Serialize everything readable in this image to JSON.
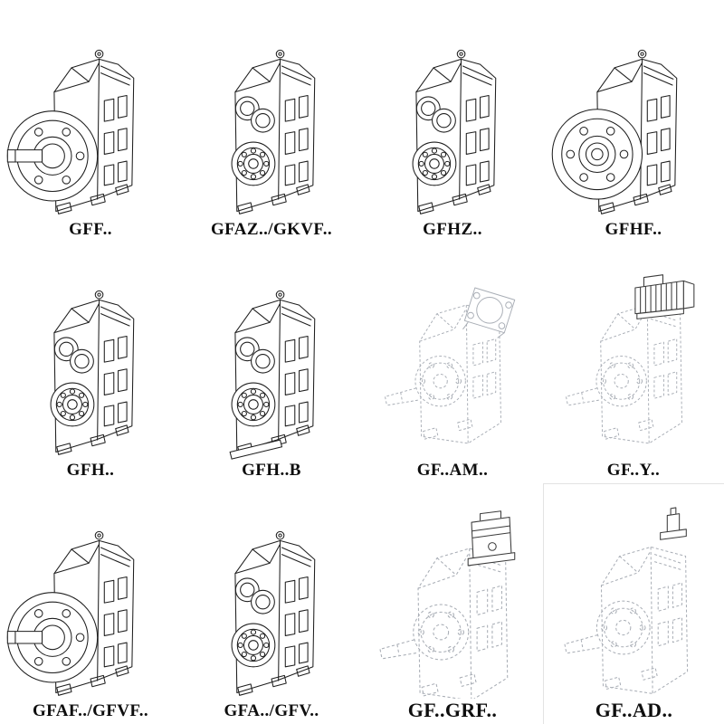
{
  "colors": {
    "paper": "#ffffff",
    "ink": "#1f1f1f",
    "ink2": "#3c3c3c",
    "faint": "#a8adb5",
    "frame": "#e3e3e3"
  },
  "catalog": {
    "items": [
      {
        "label": "GFF..",
        "variant": "flange-output-with-shaft",
        "line_style": "solid"
      },
      {
        "label": "GFAZ../GKVF..",
        "variant": "hollow-shaft-bearing-face",
        "line_style": "solid"
      },
      {
        "label": "GFHZ..",
        "variant": "hollow-shaft-bearing-face",
        "line_style": "solid"
      },
      {
        "label": "GFHF..",
        "variant": "flange-output-hollow",
        "line_style": "solid"
      },
      {
        "label": "GFH..",
        "variant": "hollow-shaft-bearing-face",
        "line_style": "solid"
      },
      {
        "label": "GFH..B",
        "variant": "hollow-shaft-foot-mounted",
        "line_style": "solid"
      },
      {
        "label": "GF..AM..",
        "variant": "top-motor-flange-adapter",
        "line_style": "dashed"
      },
      {
        "label": "GF..Y..",
        "variant": "top-mounted-motor",
        "line_style": "dashed"
      },
      {
        "label": "GFAF../GFVF..",
        "variant": "flange-output-with-shaft",
        "line_style": "solid"
      },
      {
        "label": "GFA../GFV..",
        "variant": "hollow-shaft-bearing-face",
        "line_style": "solid"
      },
      {
        "label": "GF..GRF..",
        "variant": "top-gear-adapter",
        "line_style": "dashed"
      },
      {
        "label": "GF..AD..",
        "variant": "top-input-shaft-adapter",
        "line_style": "dashed"
      }
    ]
  }
}
